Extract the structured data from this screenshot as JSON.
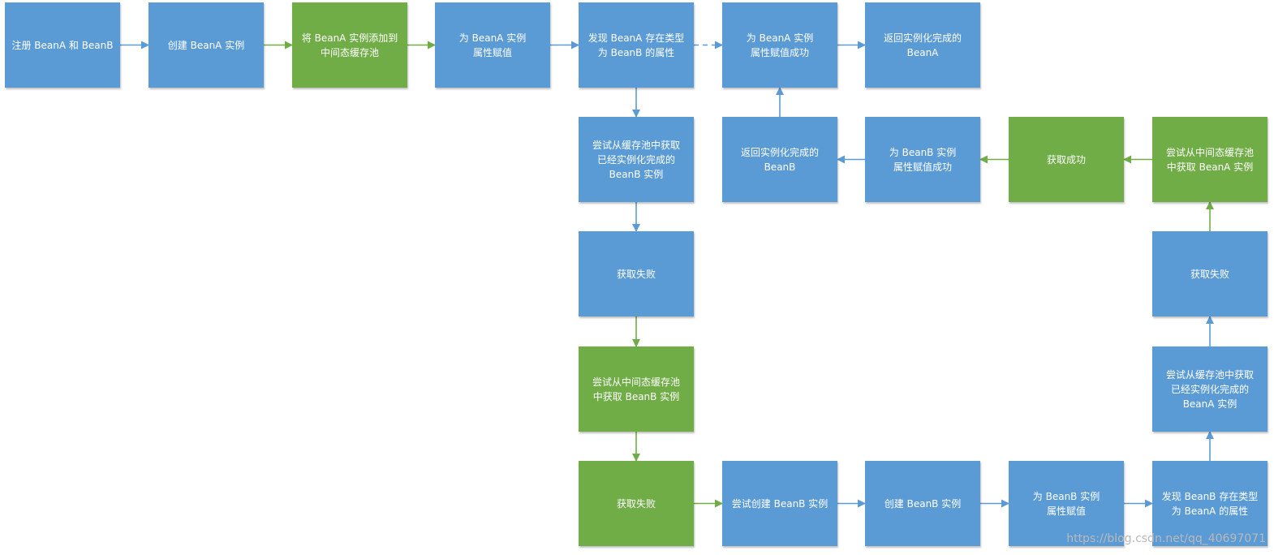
{
  "colors": {
    "blue": "#5b9bd5",
    "green": "#70ad47",
    "blue_edge": "#5b9bd5",
    "green_edge": "#70ad47"
  },
  "nodes": [
    {
      "id": "n1",
      "text": "注册 BeanA 和 BeanB",
      "color": "blue"
    },
    {
      "id": "n2",
      "text": "创建 BeanA 实例",
      "color": "blue"
    },
    {
      "id": "n3",
      "text": "将 BeanA 实例添加到\n中间态缓存池",
      "color": "green"
    },
    {
      "id": "n4",
      "text": "为 BeanA 实例\n属性赋值",
      "color": "blue"
    },
    {
      "id": "n5",
      "text": "发现 BeanA 存在类型\n为 BeanB 的属性",
      "color": "blue"
    },
    {
      "id": "n6",
      "text": "为 BeanA 实例\n属性赋值成功",
      "color": "blue"
    },
    {
      "id": "n7",
      "text": "返回实例化完成的\nBeanA",
      "color": "blue"
    },
    {
      "id": "n8",
      "text": "尝试从缓存池中获取\n已经实例化完成的\nBeanB 实例",
      "color": "blue"
    },
    {
      "id": "n9",
      "text": "返回实例化完成的\nBeanB",
      "color": "blue"
    },
    {
      "id": "n10",
      "text": "为 BeanB 实例\n属性赋值成功",
      "color": "blue"
    },
    {
      "id": "n11",
      "text": "获取成功",
      "color": "green"
    },
    {
      "id": "n12",
      "text": "尝试从中间态缓存池\n中获取 BeanA 实例",
      "color": "green"
    },
    {
      "id": "n13",
      "text": "获取失败",
      "color": "blue"
    },
    {
      "id": "n14",
      "text": "获取失败",
      "color": "blue"
    },
    {
      "id": "n15",
      "text": "尝试从中间态缓存池\n中获取 BeanB 实例",
      "color": "green"
    },
    {
      "id": "n16",
      "text": "尝试从缓存池中获取\n已经实例化完成的\nBeanA 实例",
      "color": "blue"
    },
    {
      "id": "n17",
      "text": "获取失败",
      "color": "green"
    },
    {
      "id": "n18",
      "text": "尝试创建 BeanB 实例",
      "color": "blue"
    },
    {
      "id": "n19",
      "text": "创建 BeanB 实例",
      "color": "blue"
    },
    {
      "id": "n20",
      "text": "为 BeanB 实例\n属性赋值",
      "color": "blue"
    },
    {
      "id": "n21",
      "text": "发现 BeanB 存在类型\n为 BeanA 的属性",
      "color": "blue"
    }
  ],
  "edges": [
    {
      "from": "n1",
      "to": "n2",
      "color": "blue",
      "style": "solid"
    },
    {
      "from": "n2",
      "to": "n3",
      "color": "green",
      "style": "solid"
    },
    {
      "from": "n3",
      "to": "n4",
      "color": "green",
      "style": "solid"
    },
    {
      "from": "n4",
      "to": "n5",
      "color": "blue",
      "style": "solid"
    },
    {
      "from": "n5",
      "to": "n6",
      "color": "blue",
      "style": "dashed"
    },
    {
      "from": "n6",
      "to": "n7",
      "color": "blue",
      "style": "solid"
    },
    {
      "from": "n5",
      "to": "n8",
      "color": "blue",
      "style": "solid"
    },
    {
      "from": "n8",
      "to": "n13",
      "color": "blue",
      "style": "solid"
    },
    {
      "from": "n13",
      "to": "n15",
      "color": "green",
      "style": "solid"
    },
    {
      "from": "n15",
      "to": "n17",
      "color": "green",
      "style": "solid"
    },
    {
      "from": "n17",
      "to": "n18",
      "color": "green",
      "style": "solid"
    },
    {
      "from": "n18",
      "to": "n19",
      "color": "blue",
      "style": "solid"
    },
    {
      "from": "n19",
      "to": "n20",
      "color": "blue",
      "style": "solid"
    },
    {
      "from": "n20",
      "to": "n21",
      "color": "blue",
      "style": "solid"
    },
    {
      "from": "n21",
      "to": "n16",
      "color": "blue",
      "style": "solid"
    },
    {
      "from": "n16",
      "to": "n14",
      "color": "blue",
      "style": "solid"
    },
    {
      "from": "n14",
      "to": "n12",
      "color": "green",
      "style": "solid"
    },
    {
      "from": "n12",
      "to": "n11",
      "color": "green",
      "style": "solid"
    },
    {
      "from": "n11",
      "to": "n10",
      "color": "green",
      "style": "solid"
    },
    {
      "from": "n10",
      "to": "n9",
      "color": "blue",
      "style": "solid"
    },
    {
      "from": "n9",
      "to": "n6",
      "color": "blue",
      "style": "solid"
    }
  ],
  "watermark": "https://blog.csdn.net/qq_40697071"
}
